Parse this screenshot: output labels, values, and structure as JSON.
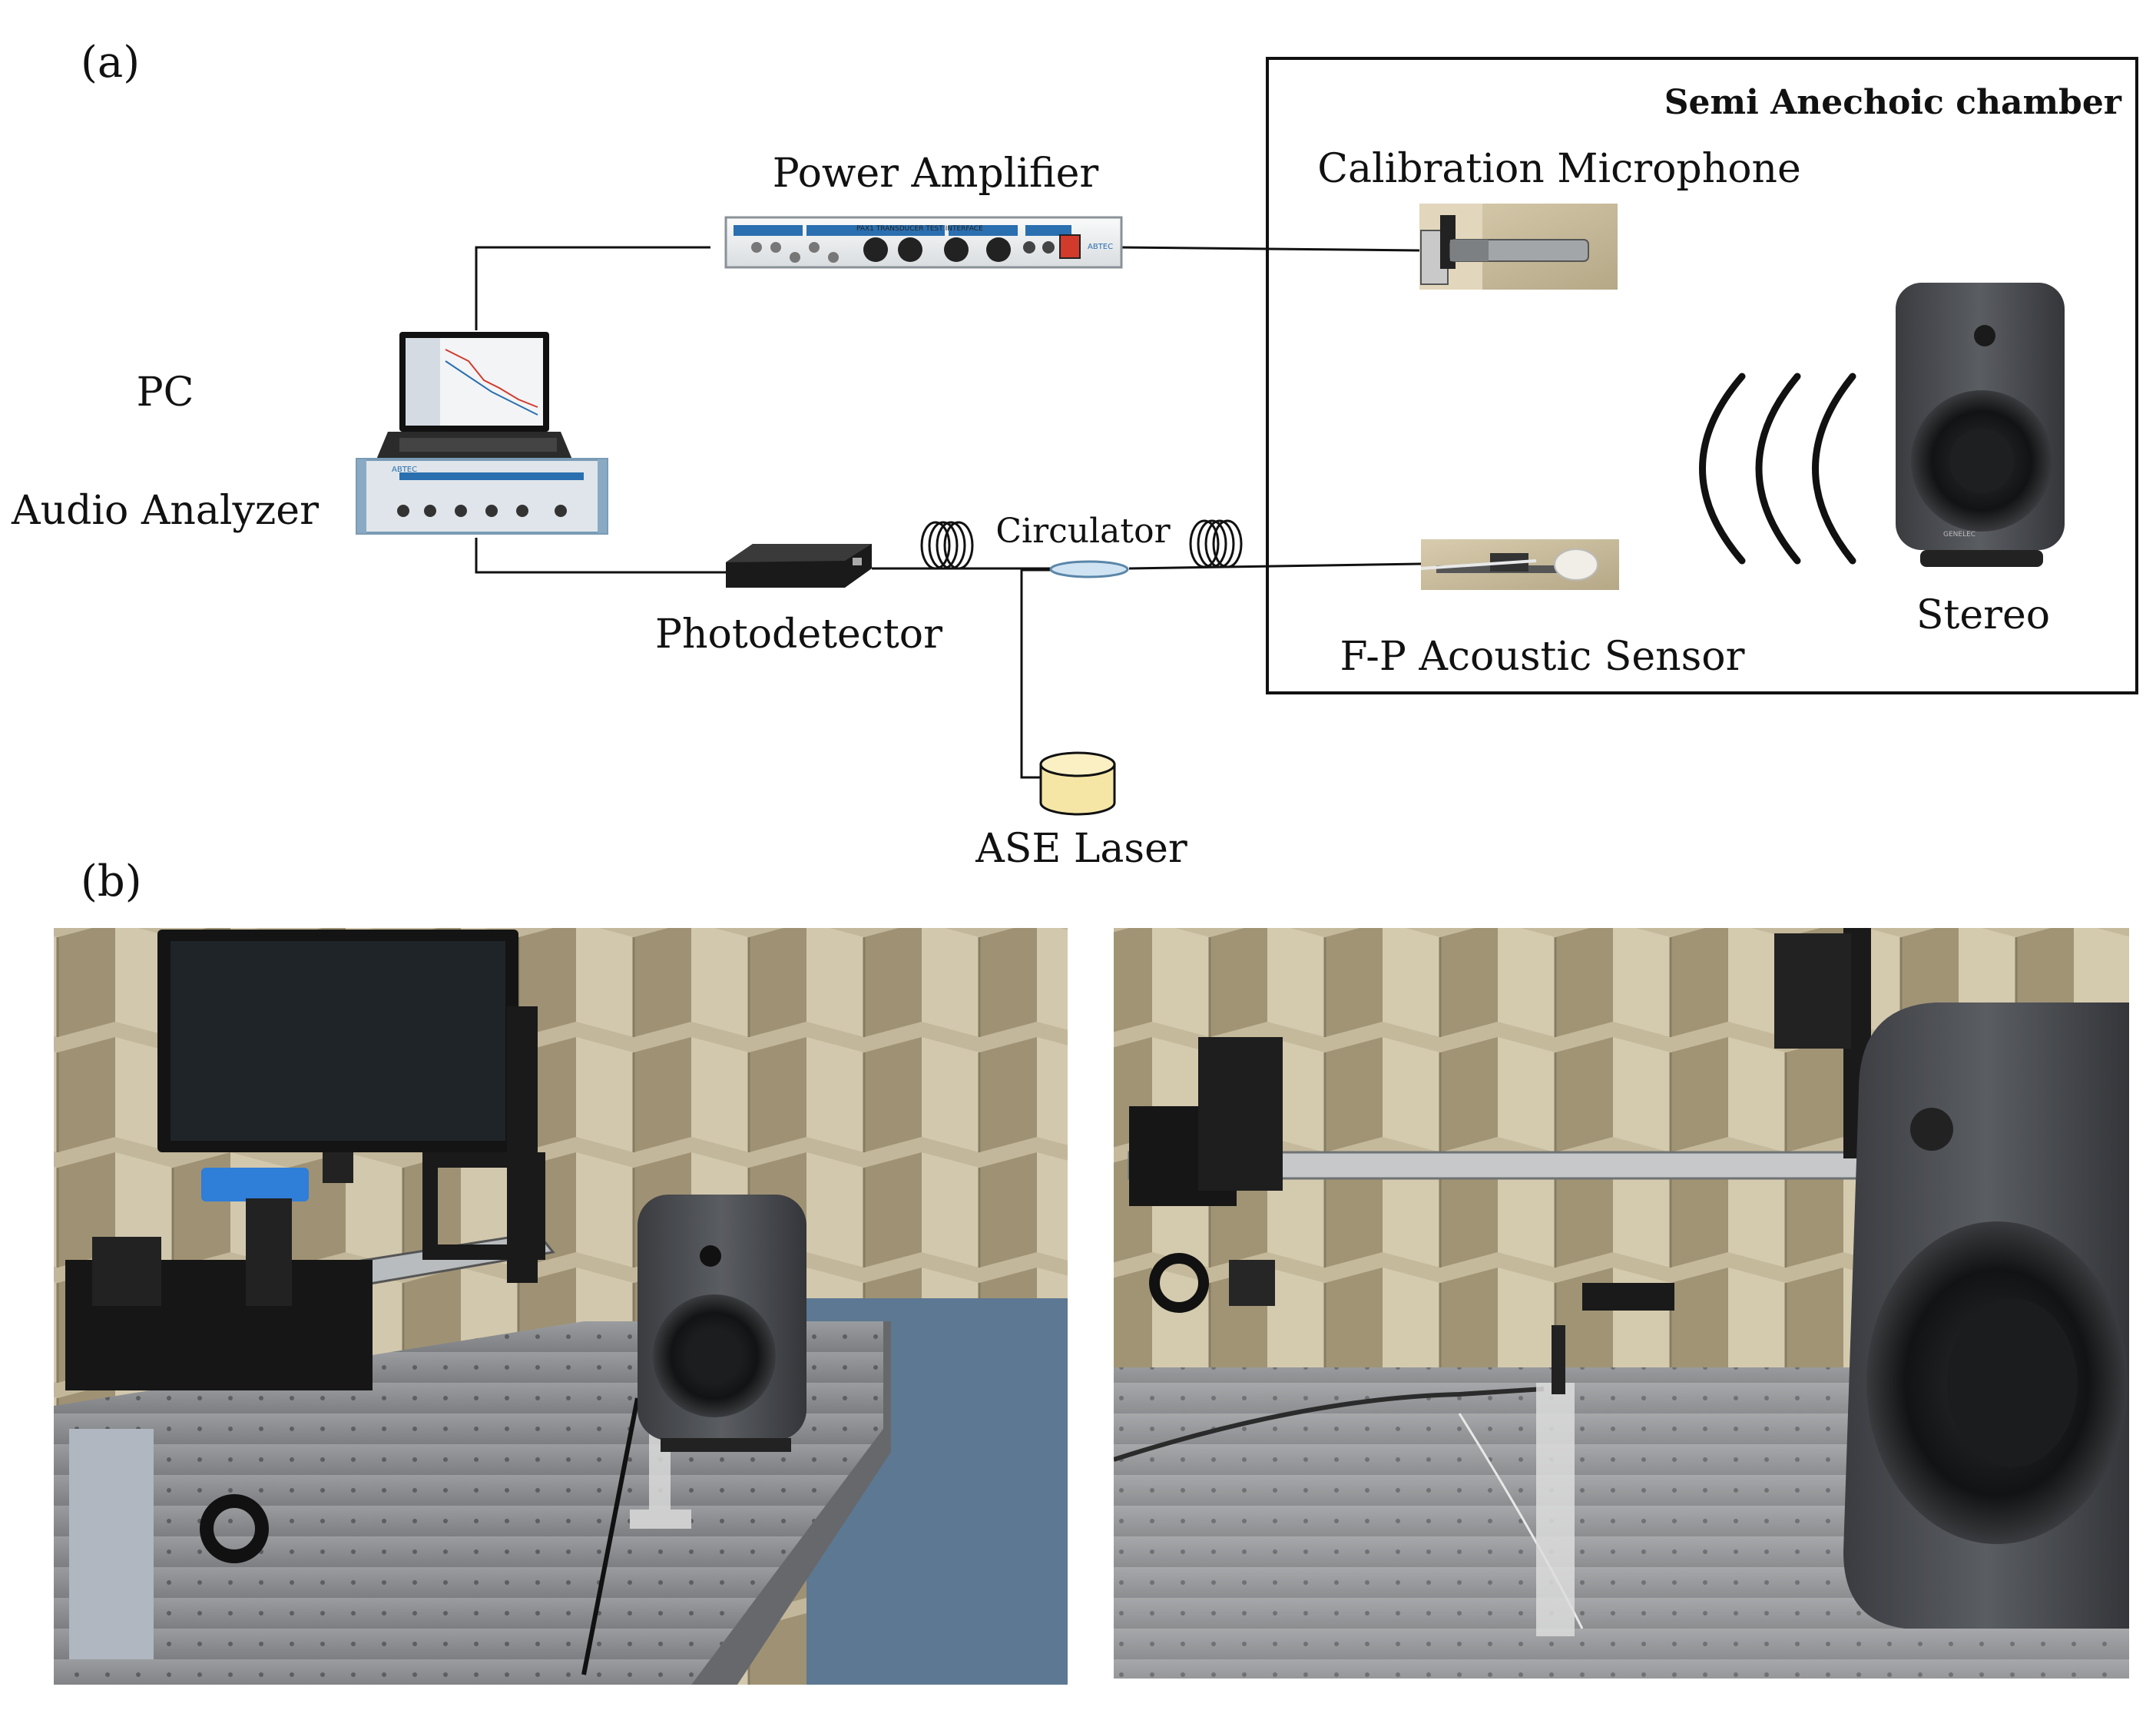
{
  "panel_a": {
    "panel_label": "(a)",
    "chamber_title": "Semi Anechoic chamber",
    "power_amplifier": "Power Amplifier",
    "calibration_microphone": "Calibration Microphone",
    "pc": "PC",
    "audio_analyzer": "Audio Analyzer",
    "circulator": "Circulator",
    "photodetector": "Photodetector",
    "ase_laser": "ASE Laser",
    "fp_sensor": "F-P Acoustic Sensor",
    "stereo": "Stereo",
    "amp_front_text": "PAX1 TRANSDUCER TEST INTERFACE",
    "amp_brand": "ABTEC",
    "analyzer_brand": "ABTEC",
    "speaker_brand": "GENELEC"
  },
  "panel_b": {
    "panel_label": "(b)"
  },
  "colors": {
    "line": "#111111",
    "foam": "#c9bc9c",
    "foam_dark": "#8f8469",
    "speaker": "#4a4d52",
    "laser": "#f6e6a6",
    "table": "#8a8c8f"
  }
}
